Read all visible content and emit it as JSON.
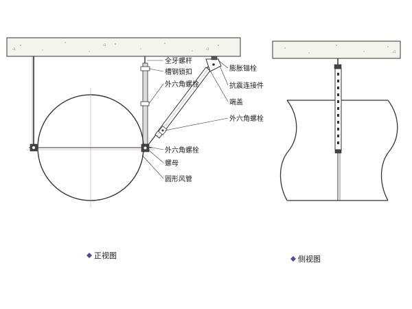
{
  "front_view": {
    "caption": "正视图",
    "labels": {
      "threaded_rod": "全牙螺杆",
      "channel_lock": "槽钢锁扣",
      "hex_bolt_upper": "外六角螺栓",
      "expansion_anchor": "膨胀锚栓",
      "seismic_connector": "抗震连接件",
      "end_cap": "端盖",
      "hex_bolt_brace": "外六角螺栓",
      "hex_bolt_lower": "外六角螺栓",
      "nut": "螺母",
      "round_duct": "圆形风管"
    }
  },
  "side_view": {
    "caption": "侧视图"
  },
  "colors": {
    "line": "#333333",
    "concrete_fill": "#f4f4ef",
    "centerline": "#d98c8c",
    "bullet": "#4a4aa0",
    "channel_fill": "#dcdcdc"
  }
}
